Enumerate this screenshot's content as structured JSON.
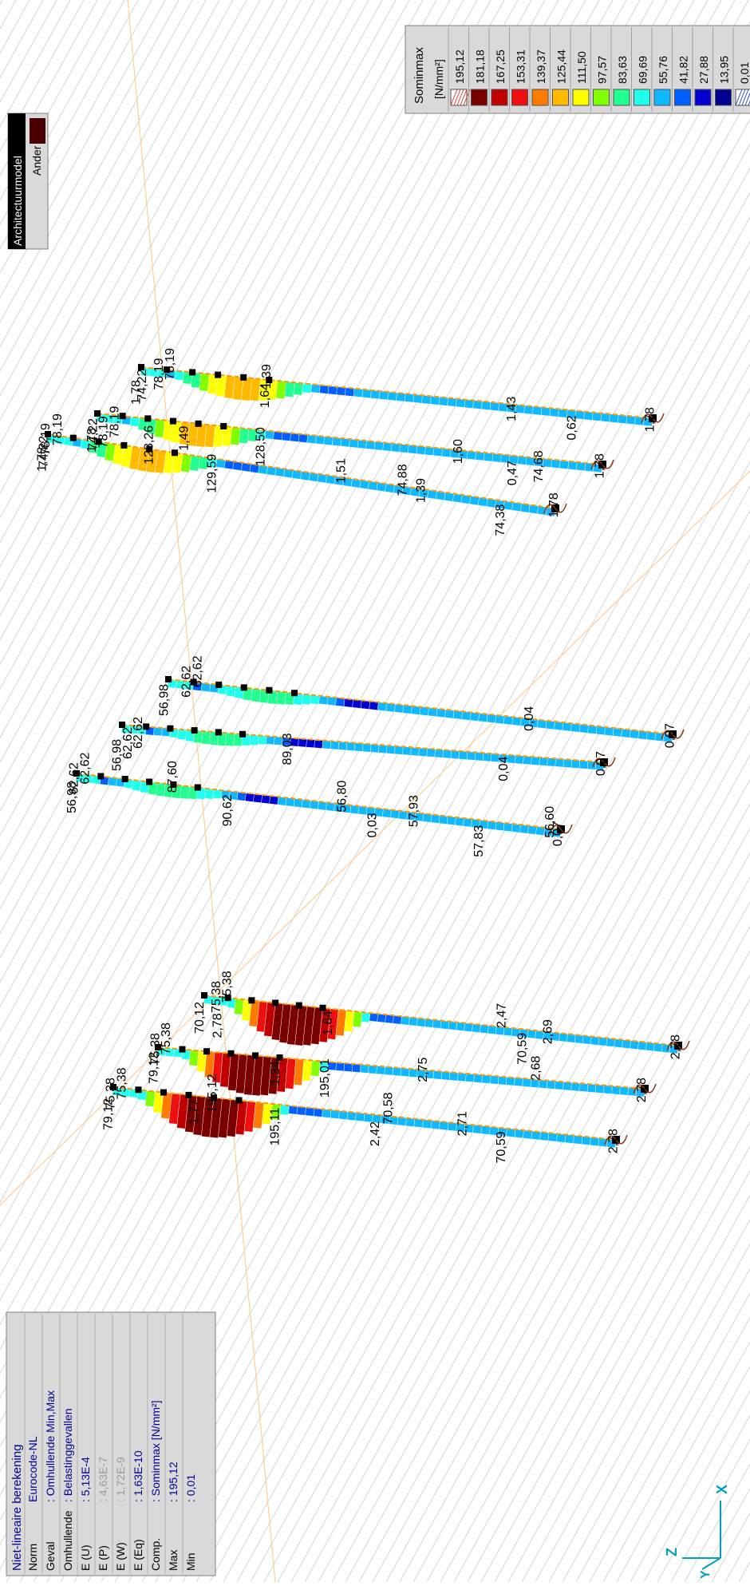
{
  "legend": {
    "title": "Sominmax",
    "unit": "[N/mm²]",
    "values": [
      "195,12",
      "181,18",
      "167,25",
      "153,31",
      "139,37",
      "125,44",
      "111,50",
      "97,57",
      "83,63",
      "69,69",
      "55,76",
      "41,82",
      "27,88",
      "13,95",
      "0,01"
    ],
    "colors": [
      "#ffffff",
      "#7a0000",
      "#c00000",
      "#ee1010",
      "#ff7a00",
      "#ffba00",
      "#ffff00",
      "#80ff00",
      "#20ff90",
      "#20ffee",
      "#10b8ff",
      "#0060ff",
      "#0000d0",
      "#000090",
      "#ffffff"
    ]
  },
  "model_legend": {
    "title": "Architectuurmodel",
    "item": "Ander",
    "color": "#4a0000"
  },
  "info_panel": {
    "title": "Niet-lineaire berekening",
    "rows": [
      {
        "key": "Norm",
        "value": "Eurocode-NL",
        "dim": false
      },
      {
        "key": "Geval",
        "value": ": Omhullende Min,Max",
        "dim": false
      },
      {
        "key": "Omhullende",
        "value": ": Belastinggevallen",
        "dim": false
      },
      {
        "key": "E (U)",
        "value": ": 5,13E-4",
        "dim": false
      },
      {
        "key": "E (P)",
        "value": ": 4,63E-7",
        "dim": true
      },
      {
        "key": "E (W)",
        "value": ": 1,72E-9",
        "dim": true
      },
      {
        "key": "E (Eq)",
        "value": ": 1,63E-10",
        "dim": false
      },
      {
        "key": "Comp.",
        "value": ": Sominmax [N/mm²]",
        "dim": false
      },
      {
        "key": "Max",
        "value": ": 195,12",
        "dim": false
      },
      {
        "key": "Min",
        "value": ": 0,01",
        "dim": false
      }
    ]
  },
  "axes": {
    "x": "X",
    "y": "Y",
    "z": "Z"
  },
  "groups": [
    {
      "beams": [
        {
          "labels": [
            {
              "text": "75,38",
              "t": 0.0,
              "d": 12
            },
            {
              "text": "75,38",
              "t": 0.02,
              "d": 26
            },
            {
              "text": "79,12",
              "t": 0.0,
              "d": -14
            },
            {
              "text": "195,12",
              "t": 0.2,
              "d": 30
            },
            {
              "text": "1,77",
              "t": 0.17,
              "d": -4
            },
            {
              "text": "195,11",
              "t": 0.33,
              "d": -4
            },
            {
              "text": "70,58",
              "t": 0.55,
              "d": 30
            },
            {
              "text": "2,42",
              "t": 0.53,
              "d": -8
            },
            {
              "text": "2,71",
              "t": 0.7,
              "d": 16
            },
            {
              "text": "70,59",
              "t": 0.78,
              "d": -4
            },
            {
              "text": "2,78",
              "t": 1.0,
              "d": 14
            }
          ]
        },
        {
          "labels": [
            {
              "text": "75,38",
              "t": 0.0,
              "d": 18
            },
            {
              "text": "75,38",
              "t": 0.02,
              "d": 32
            },
            {
              "text": "79,12",
              "t": 0.0,
              "d": -6
            },
            {
              "text": "1,34",
              "t": 0.25,
              "d": -4
            },
            {
              "text": "195,01",
              "t": 0.35,
              "d": 4
            },
            {
              "text": "2,75",
              "t": 0.55,
              "d": 16
            },
            {
              "text": "2,68",
              "t": 0.78,
              "d": 30
            },
            {
              "text": "2,78",
              "t": 1.0,
              "d": 14
            }
          ]
        },
        {
          "labels": [
            {
              "text": "75,38",
              "t": 0.03,
              "d": 20
            },
            {
              "text": "75,38",
              "t": 0.05,
              "d": 34
            },
            {
              "text": "70,12",
              "t": 0.0,
              "d": -8
            },
            {
              "text": "2,78",
              "t": 0.04,
              "d": -20
            },
            {
              "text": "1,64",
              "t": 0.27,
              "d": -2
            },
            {
              "text": "2,47",
              "t": 0.63,
              "d": 30
            },
            {
              "text": "70,59",
              "t": 0.68,
              "d": -4
            },
            {
              "text": "2,69",
              "t": 0.73,
              "d": 16
            },
            {
              "text": "2,78",
              "t": 1.0,
              "d": 14
            }
          ]
        }
      ]
    },
    {
      "beams": [
        {
          "labels": [
            {
              "text": "62,62",
              "t": 0.0,
              "d": 14
            },
            {
              "text": "62,62",
              "t": 0.02,
              "d": 28
            },
            {
              "text": "56,98",
              "t": 0.0,
              "d": -10
            },
            {
              "text": "87,60",
              "t": 0.2,
              "d": 30
            },
            {
              "text": "90,62",
              "t": 0.32,
              "d": -4
            },
            {
              "text": "56,80",
              "t": 0.55,
              "d": 30
            },
            {
              "text": "0,03",
              "t": 0.62,
              "d": -6
            },
            {
              "text": "57,93",
              "t": 0.7,
              "d": 22
            },
            {
              "text": "57,83",
              "t": 0.84,
              "d": -6
            },
            {
              "text": "56,60",
              "t": 0.98,
              "d": 28
            },
            {
              "text": "0,07",
              "t": 1.0,
              "d": 10
            }
          ]
        },
        {
          "labels": [
            {
              "text": "62,62",
              "t": 0.02,
              "d": -2
            },
            {
              "text": "62,62",
              "t": 0.04,
              "d": 12
            },
            {
              "text": "56,98",
              "t": 0.0,
              "d": -18
            },
            {
              "text": "89,03",
              "t": 0.35,
              "d": 6
            },
            {
              "text": "0,04",
              "t": 0.8,
              "d": -2
            },
            {
              "text": "0,07",
              "t": 1.0,
              "d": 14
            }
          ]
        },
        {
          "labels": [
            {
              "text": "62,62",
              "t": 0.04,
              "d": 20
            },
            {
              "text": "62,62",
              "t": 0.06,
              "d": 34
            },
            {
              "text": "56,98",
              "t": 0.0,
              "d": -6
            },
            {
              "text": "0,04",
              "t": 0.72,
              "d": 16
            },
            {
              "text": "0,07",
              "t": 1.0,
              "d": 14
            }
          ]
        }
      ]
    },
    {
      "beams": [
        {
          "labels": [
            {
              "text": "78,19",
              "t": 0.0,
              "d": 14
            },
            {
              "text": "78,19",
              "t": 0.02,
              "d": 28
            },
            {
              "text": "1,78",
              "t": 0.0,
              "d": -16
            },
            {
              "text": "74,22",
              "t": 0.0,
              "d": -2
            },
            {
              "text": "128,26",
              "t": 0.2,
              "d": 30
            },
            {
              "text": "129,59",
              "t": 0.33,
              "d": 6
            },
            {
              "text": "1,51",
              "t": 0.58,
              "d": 24
            },
            {
              "text": "74,88",
              "t": 0.7,
              "d": 28
            },
            {
              "text": "1,39",
              "t": 0.74,
              "d": 14
            },
            {
              "text": "74,38",
              "t": 0.9,
              "d": -4
            },
            {
              "text": "1,78",
              "t": 1.0,
              "d": 20
            }
          ]
        },
        {
          "labels": [
            {
              "text": "78,19",
              "t": 0.02,
              "d": -2
            },
            {
              "text": "78,19",
              "t": 0.04,
              "d": 12
            },
            {
              "text": "1,78",
              "t": 0.0,
              "d": -18
            },
            {
              "text": "74,22",
              "t": 0.0,
              "d": -6
            },
            {
              "text": "1,49",
              "t": 0.18,
              "d": -4
            },
            {
              "text": "128,50",
              "t": 0.33,
              "d": 4
            },
            {
              "text": "1,60",
              "t": 0.72,
              "d": 14
            },
            {
              "text": "0,47",
              "t": 0.83,
              "d": -6
            },
            {
              "text": "74,68",
              "t": 0.88,
              "d": 10
            },
            {
              "text": "1,78",
              "t": 1.0,
              "d": 14
            }
          ]
        },
        {
          "labels": [
            {
              "text": "78,19",
              "t": 0.04,
              "d": 14
            },
            {
              "text": "78,19",
              "t": 0.06,
              "d": 28
            },
            {
              "text": "1,78",
              "t": 0.0,
              "d": -16
            },
            {
              "text": "74,22",
              "t": 0.01,
              "d": -2
            },
            {
              "text": "1,64",
              "t": 0.25,
              "d": -4
            },
            {
              "text": "1,39",
              "t": 0.25,
              "d": 20
            },
            {
              "text": "1,43",
              "t": 0.73,
              "d": 10
            },
            {
              "text": "0,62",
              "t": 0.85,
              "d": -6
            },
            {
              "text": "1,78",
              "t": 1.0,
              "d": 14
            }
          ]
        }
      ]
    }
  ]
}
